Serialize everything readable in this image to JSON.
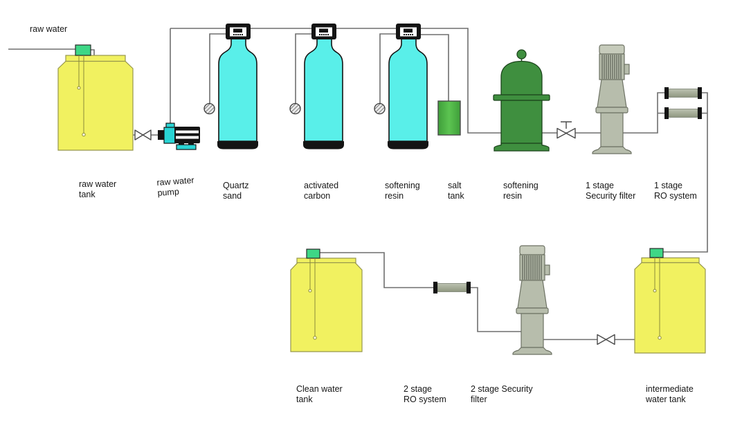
{
  "labels": {
    "raw_water_feed": [
      "raw water"
    ],
    "raw_water_tank": [
      "raw water",
      "tank"
    ],
    "raw_water_pump": [
      "raw water",
      "pump"
    ],
    "quartz_sand": [
      "Quartz",
      "sand"
    ],
    "activated_carbon": [
      "activated",
      "carbon"
    ],
    "softening_resin_a": [
      "softening",
      "resin"
    ],
    "salt_tank": [
      "salt",
      "tank"
    ],
    "softening_resin_b": [
      "softening",
      "resin"
    ],
    "security_filter_1": [
      "1 stage",
      "Security filter"
    ],
    "ro_system_1": [
      "1 stage",
      "RO system"
    ],
    "clean_water_tank": [
      "Clean water",
      "tank"
    ],
    "ro_system_2": [
      "2 stage",
      "RO system"
    ],
    "security_filter_2": [
      "2 stage Security",
      "filter"
    ],
    "intermediate_water_tank": [
      "intermediate",
      "water tank"
    ]
  },
  "colors": {
    "tank_yellow": "#f1f160",
    "tank_stroke": "#97974d",
    "cap_green": "#3ed786",
    "filter_cyan": "#59efe9",
    "vessel_green": "#3f8f3f",
    "salt_green": "#3f9e3a",
    "salt_green_light": "#5cc451",
    "pump_body": "#b7bdac",
    "pump_cap": "#c6cbbb",
    "pump_edge": "#6d7264",
    "pump_rib": "#50554a",
    "pump_cyan": "#29d4d4",
    "ro_tube_light": "#bcc2b1",
    "ro_tube_dark": "#8f9780",
    "pipe": "#6e6e6e",
    "sensor": "#8b8b3a"
  }
}
